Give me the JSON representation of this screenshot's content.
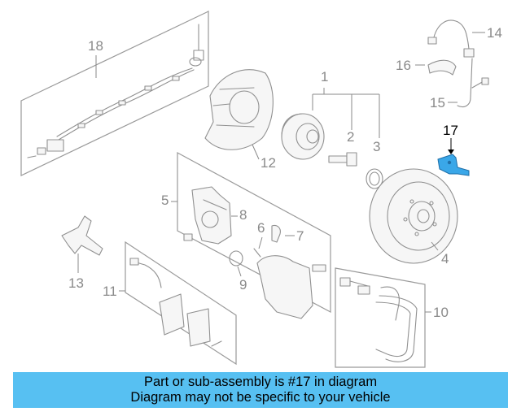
{
  "diagram": {
    "callouts": [
      "18",
      "1",
      "2",
      "3",
      "12",
      "14",
      "16",
      "15",
      "17",
      "5",
      "8",
      "6",
      "7",
      "4",
      "9",
      "13",
      "11",
      "10"
    ],
    "highlight_callout": "17",
    "highlight_color": "#3aa7e8"
  },
  "banner": {
    "line1": "Part or sub-assembly is #17 in diagram",
    "line2": "Diagram may not be specific to your vehicle",
    "background": "#57c0f2"
  }
}
